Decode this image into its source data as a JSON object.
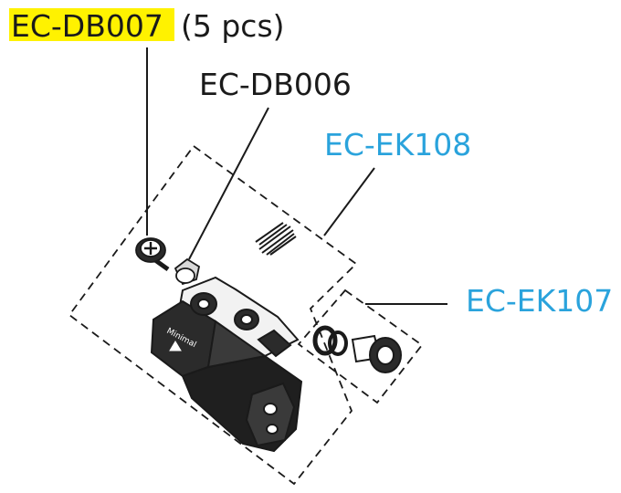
{
  "labels": {
    "db007_code": "EC-DB007",
    "db007_qty": "(5 pcs)",
    "db006": "EC-DB006",
    "ek108": "EC-EK108",
    "ek107": "EC-EK107",
    "unit_brand": "Minimal"
  },
  "colors": {
    "label_black": "#1a1a1a",
    "label_blue": "#2aa3dc",
    "highlight": "#fff200",
    "drawing": "#1a1a1a"
  }
}
